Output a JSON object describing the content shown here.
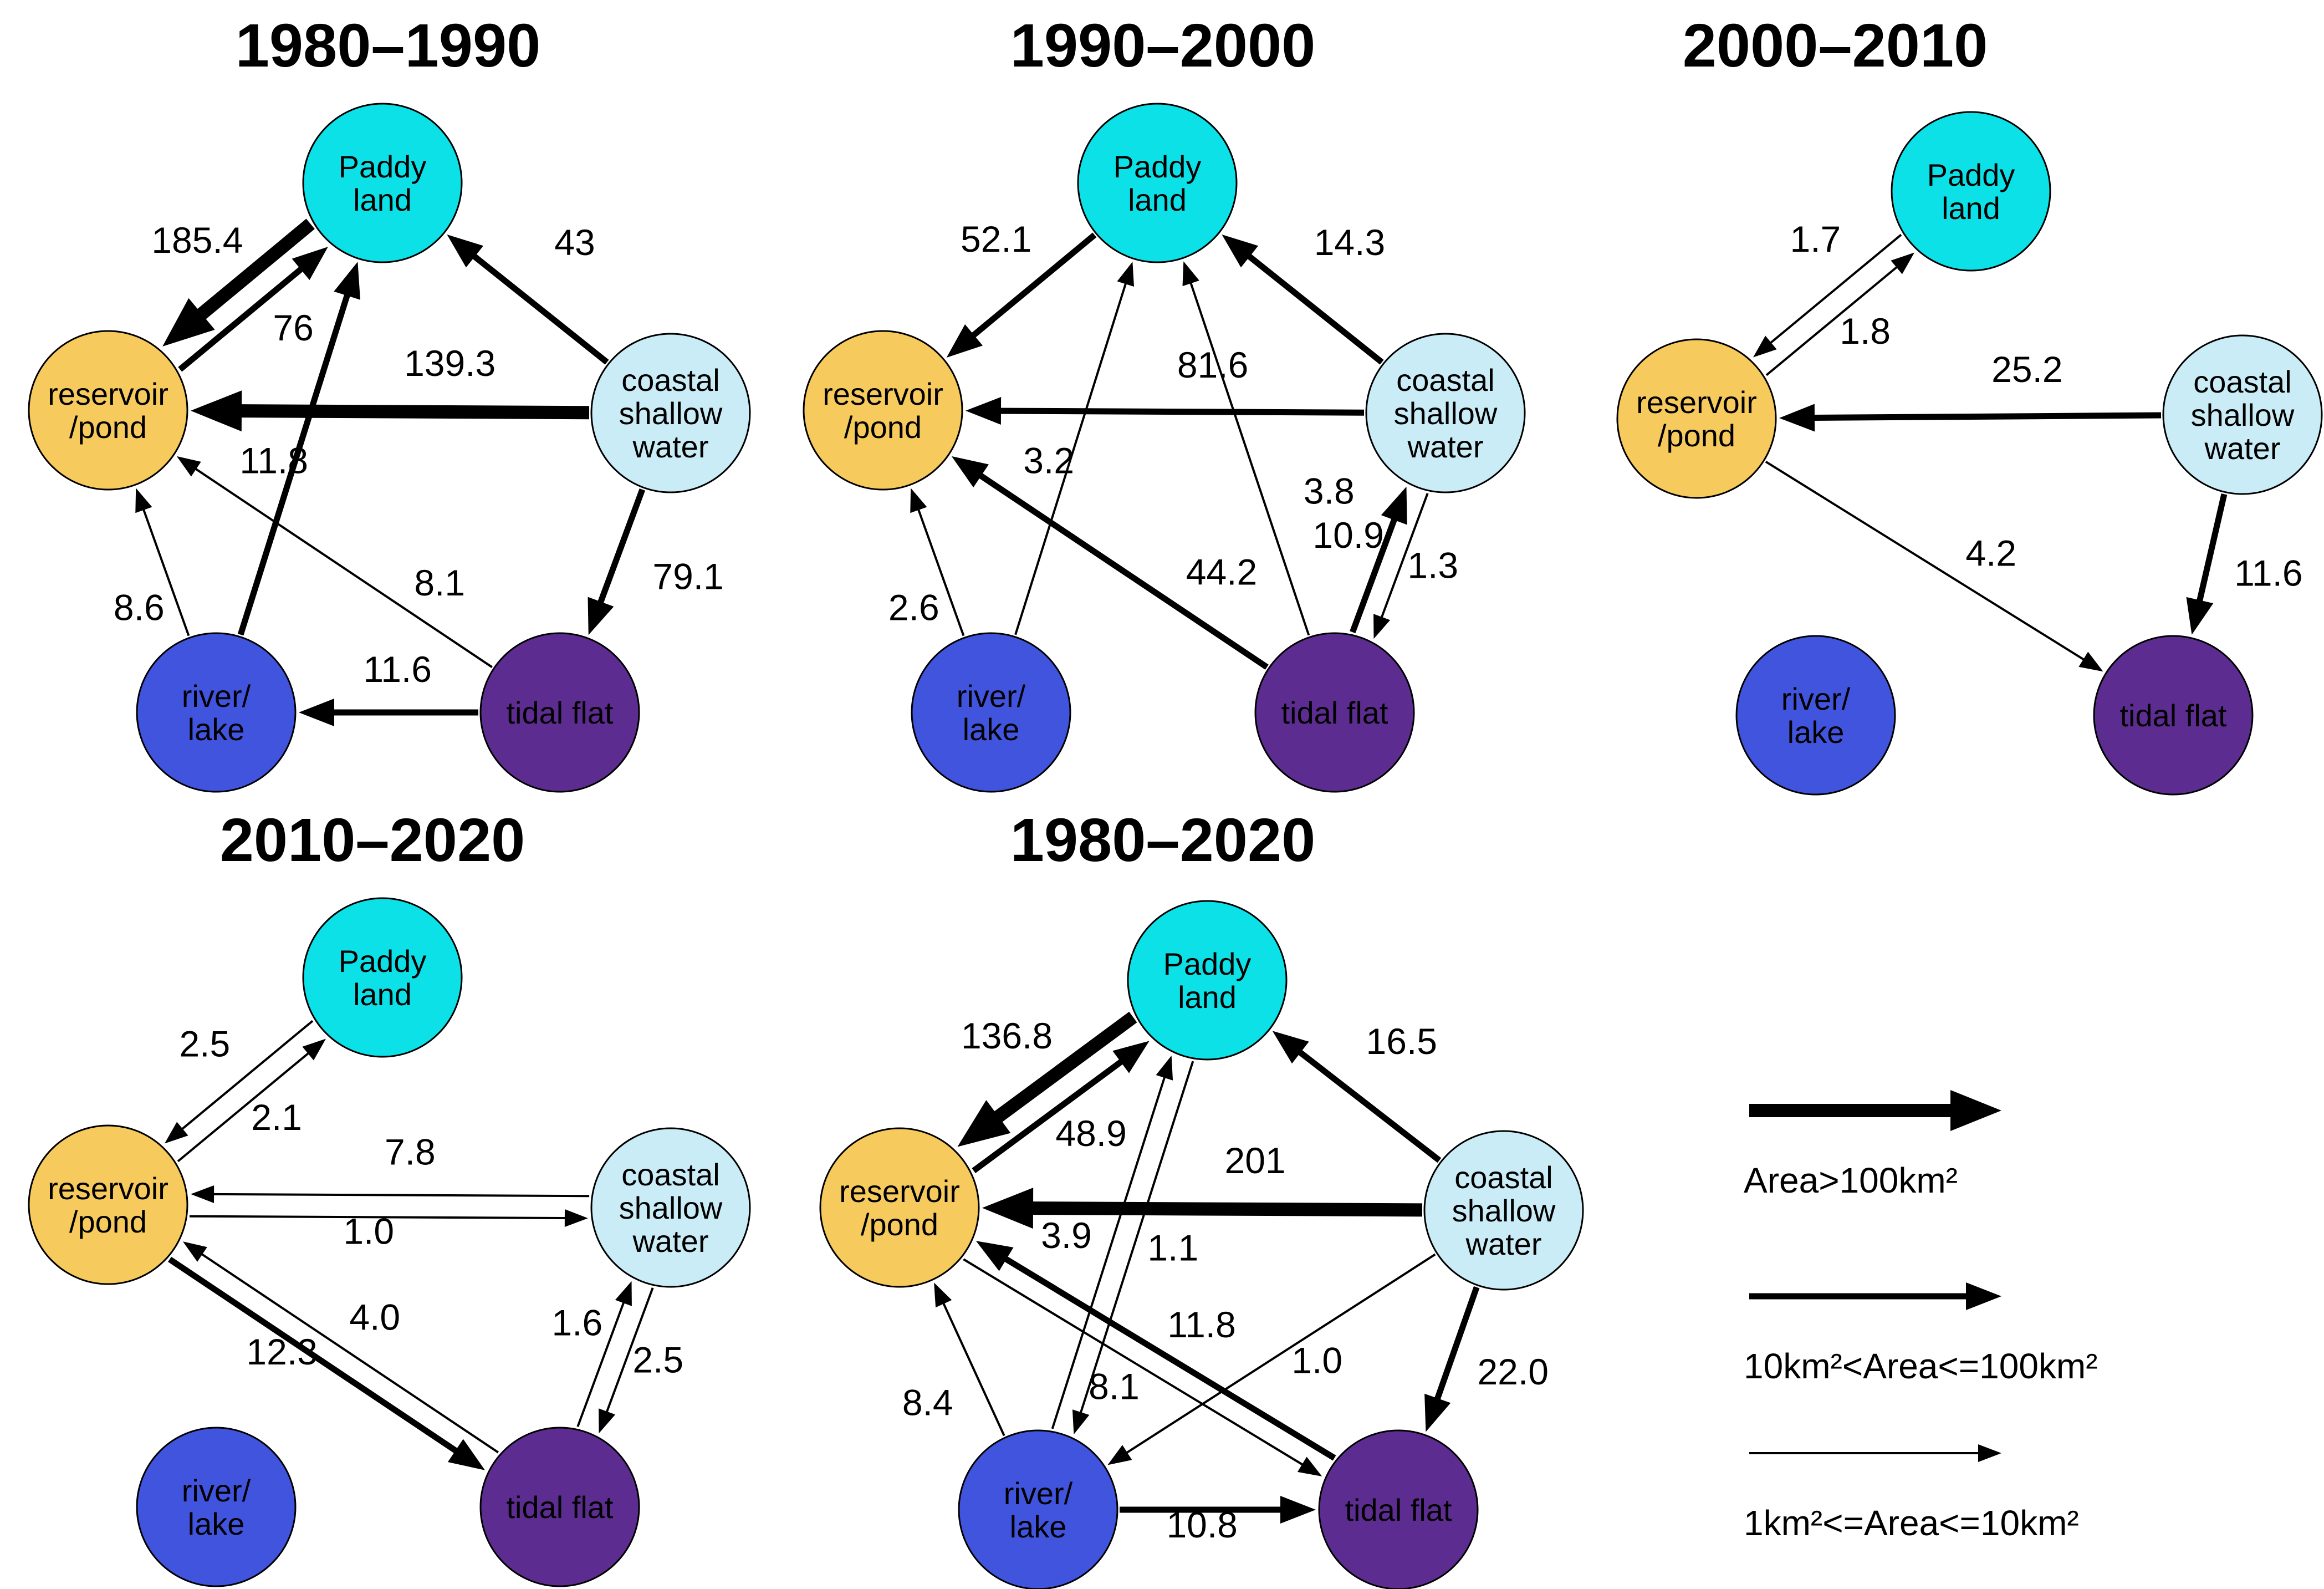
{
  "figure_background": "#ffffff",
  "arrow_color": "#000000",
  "node_types": [
    {
      "id": "paddy",
      "label": "Paddy land",
      "color": "#0ce1e8",
      "text_lines": [
        "Paddy",
        "land"
      ]
    },
    {
      "id": "coastal",
      "label": "coastal shallow water",
      "color": "#c9ecf6",
      "text_lines": [
        "coastal",
        "shallow",
        "water"
      ]
    },
    {
      "id": "reservoir",
      "label": "reservoir/pond",
      "color": "#f6ca5c",
      "text_lines": [
        "reservoir",
        "/pond"
      ]
    },
    {
      "id": "river",
      "label": "river/lake",
      "color": "#4154de",
      "text_lines": [
        "river/",
        "lake"
      ]
    },
    {
      "id": "tidal",
      "label": "tidal flat",
      "color": "#5d2c90",
      "text_lines": [
        "tidal flat"
      ]
    }
  ],
  "panels": [
    {
      "title": "1980–1990",
      "flows": [
        {
          "from": "paddy",
          "to": "reservoir",
          "value": "185.4",
          "size": "large"
        },
        {
          "from": "reservoir",
          "to": "paddy",
          "value": "76",
          "size": "medium"
        },
        {
          "from": "coastal",
          "to": "paddy",
          "value": "43",
          "size": "medium"
        },
        {
          "from": "coastal",
          "to": "reservoir",
          "value": "139.3",
          "size": "large"
        },
        {
          "from": "coastal",
          "to": "tidal",
          "value": "79.1",
          "size": "medium"
        },
        {
          "from": "tidal",
          "to": "river",
          "value": "11.6",
          "size": "medium"
        },
        {
          "from": "river",
          "to": "paddy",
          "value": "11.8",
          "size": "medium"
        },
        {
          "from": "river",
          "to": "reservoir",
          "value": "8.6",
          "size": "small"
        },
        {
          "from": "tidal",
          "to": "reservoir",
          "value": "8.1",
          "size": "small"
        }
      ]
    },
    {
      "title": "1990–2000",
      "flows": [
        {
          "from": "paddy",
          "to": "reservoir",
          "value": "52.1",
          "size": "medium"
        },
        {
          "from": "coastal",
          "to": "paddy",
          "value": "14.3",
          "size": "medium"
        },
        {
          "from": "coastal",
          "to": "reservoir",
          "value": "81.6",
          "size": "medium"
        },
        {
          "from": "tidal",
          "to": "reservoir",
          "value": "44.2",
          "size": "medium"
        },
        {
          "from": "river",
          "to": "reservoir",
          "value": "2.6",
          "size": "small"
        },
        {
          "from": "river",
          "to": "paddy",
          "value": "3.2",
          "size": "small"
        },
        {
          "from": "tidal",
          "to": "paddy",
          "value": "3.8",
          "size": "small"
        },
        {
          "from": "tidal",
          "to": "coastal",
          "value": "10.9",
          "size": "medium"
        },
        {
          "from": "coastal",
          "to": "tidal",
          "value": "1.3",
          "size": "small"
        }
      ]
    },
    {
      "title": "2000–2010",
      "flows": [
        {
          "from": "paddy",
          "to": "reservoir",
          "value": "1.7",
          "size": "small"
        },
        {
          "from": "reservoir",
          "to": "paddy",
          "value": "1.8",
          "size": "small"
        },
        {
          "from": "coastal",
          "to": "reservoir",
          "value": "25.2",
          "size": "medium"
        },
        {
          "from": "reservoir",
          "to": "tidal",
          "value": "4.2",
          "size": "small"
        },
        {
          "from": "coastal",
          "to": "tidal",
          "value": "11.6",
          "size": "medium"
        }
      ]
    },
    {
      "title": "2010–2020",
      "flows": [
        {
          "from": "paddy",
          "to": "reservoir",
          "value": "2.5",
          "size": "small"
        },
        {
          "from": "reservoir",
          "to": "paddy",
          "value": "2.1",
          "size": "small"
        },
        {
          "from": "coastal",
          "to": "reservoir",
          "value": "7.8",
          "size": "small"
        },
        {
          "from": "reservoir",
          "to": "coastal",
          "value": "1.0",
          "size": "small"
        },
        {
          "from": "tidal",
          "to": "reservoir",
          "value": "4.0",
          "size": "small"
        },
        {
          "from": "reservoir",
          "to": "tidal",
          "value": "12.3",
          "size": "medium"
        },
        {
          "from": "tidal",
          "to": "coastal",
          "value": "1.6",
          "size": "small"
        },
        {
          "from": "coastal",
          "to": "tidal",
          "value": "2.5",
          "size": "small"
        }
      ]
    },
    {
      "title": "1980–2020",
      "flows": [
        {
          "from": "paddy",
          "to": "reservoir",
          "value": "136.8",
          "size": "large"
        },
        {
          "from": "reservoir",
          "to": "paddy",
          "value": "48.9",
          "size": "medium"
        },
        {
          "from": "coastal",
          "to": "paddy",
          "value": "16.5",
          "size": "medium"
        },
        {
          "from": "coastal",
          "to": "reservoir",
          "value": "201",
          "size": "large"
        },
        {
          "from": "coastal",
          "to": "tidal",
          "value": "22.0",
          "size": "medium"
        },
        {
          "from": "coastal",
          "to": "river",
          "value": "1.0",
          "size": "small"
        },
        {
          "from": "river",
          "to": "paddy",
          "value": "3.9",
          "size": "small"
        },
        {
          "from": "paddy",
          "to": "river",
          "value": "1.1",
          "size": "small"
        },
        {
          "from": "tidal",
          "to": "reservoir",
          "value": "11.8",
          "size": "medium"
        },
        {
          "from": "reservoir",
          "to": "tidal",
          "value": "8.1",
          "size": "small"
        },
        {
          "from": "river",
          "to": "reservoir",
          "value": "8.4",
          "size": "small"
        },
        {
          "from": "river",
          "to": "tidal",
          "value": "10.8",
          "size": "medium"
        }
      ]
    }
  ],
  "legend": {
    "items": [
      {
        "size": "large",
        "label": "Area>100km²"
      },
      {
        "size": "medium",
        "label": "10km²<Area<=100km²"
      },
      {
        "size": "small",
        "label": "1km²<=Area<=10km²"
      }
    ]
  }
}
